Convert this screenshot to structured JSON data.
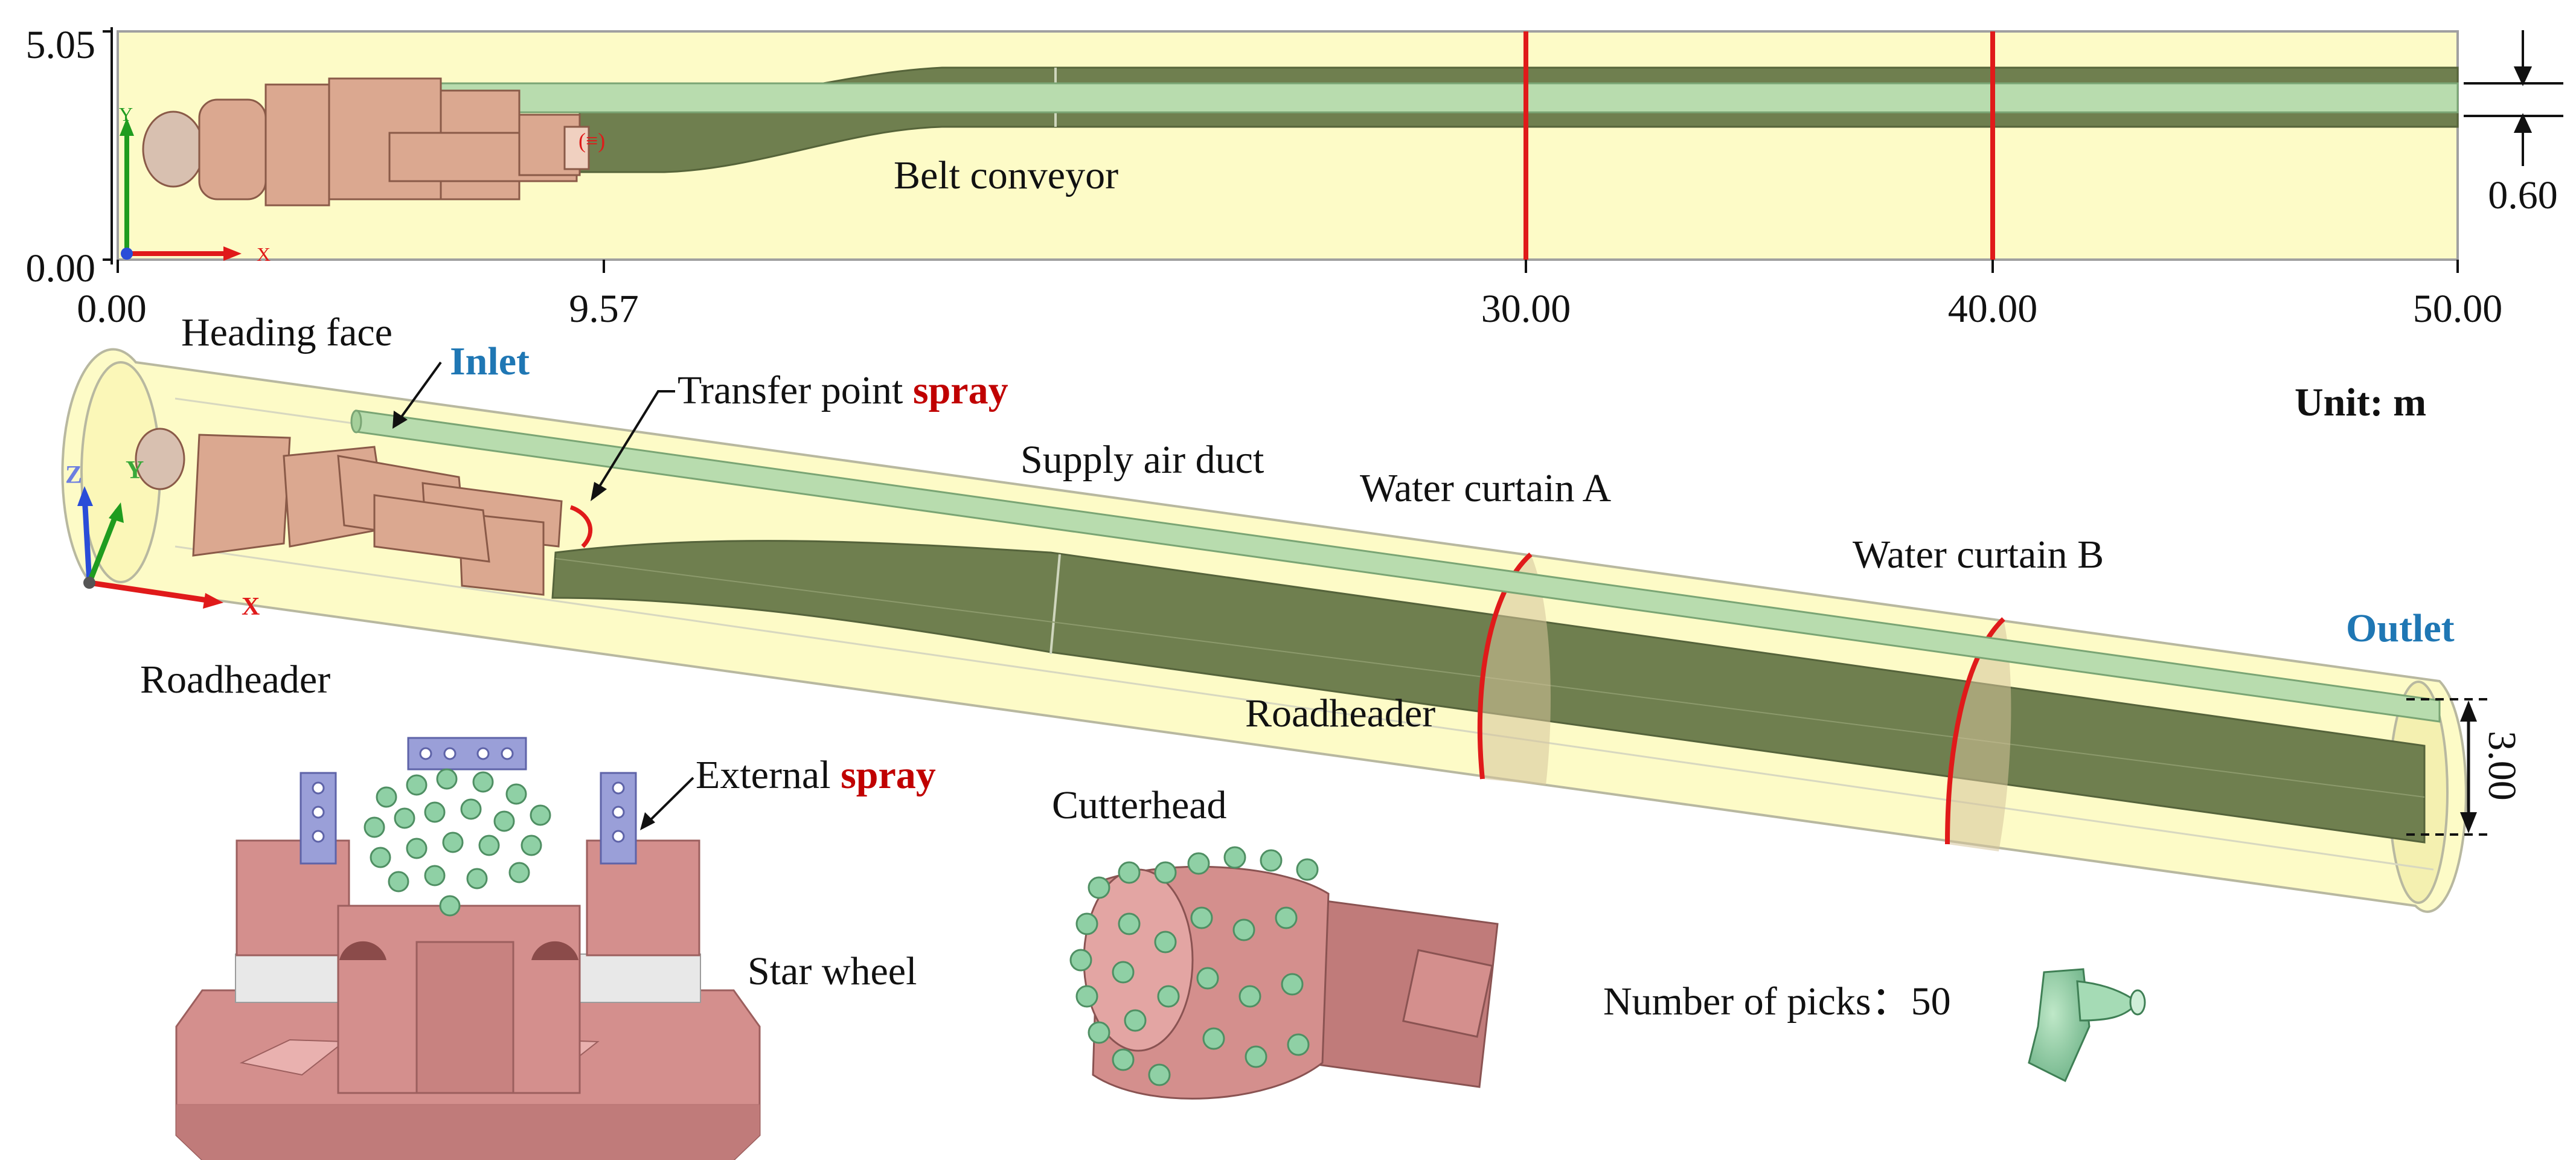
{
  "top_view": {
    "y_ticks": [
      "5.05",
      "0.00"
    ],
    "x_ticks": [
      "0.00",
      "9.57",
      "30.00",
      "40.00",
      "50.00"
    ],
    "duct_height": "0.60",
    "belt_label": "Belt conveyor",
    "axis_y": "Y",
    "axis_x": "X"
  },
  "iso_view": {
    "heading_face": "Heading face",
    "inlet": "Inlet",
    "transfer_point": "Transfer point ",
    "transfer_spray": "spray",
    "unit": "Unit: m",
    "supply_duct": "Supply air duct",
    "curtain_a": "Water curtain A",
    "curtain_b": "Water curtain B",
    "outlet": "Outlet",
    "roadheader": "Roadheader",
    "roadheader_mid": "Roadheader",
    "diameter": "3.00",
    "axis_z": "Z",
    "axis_y": "Y",
    "axis_x": "X"
  },
  "details": {
    "external": "External ",
    "external_spray": "spray",
    "star_wheel": "Star wheel",
    "cutterhead": "Cutterhead",
    "picks": "Number of picks：50"
  },
  "colors": {
    "tunnel_fill": "#fdfbc7",
    "duct_fill": "#b8dcae",
    "belt_fill": "#6f7f4f",
    "machine_fill": "#dba890",
    "curtain_red": "#e01a1a",
    "pick_green": "#8fd0a5",
    "wheel_pink": "#d9908f",
    "spray_blue": "#9a9fd8"
  }
}
